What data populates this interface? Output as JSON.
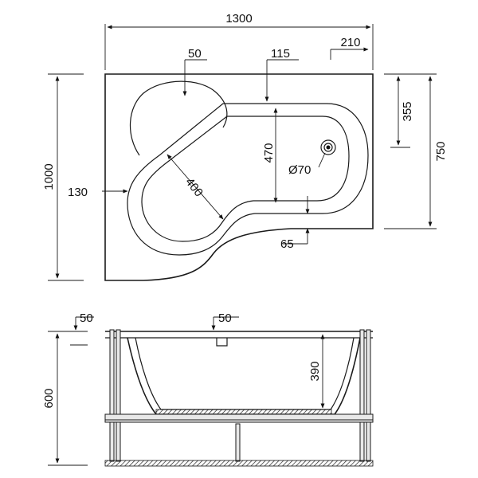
{
  "drawing": {
    "top_view": {
      "dims": {
        "overall_width": "1300",
        "offset_right": "210",
        "depth_left": "1000",
        "depth_right": "750",
        "rim_offset_right": "355",
        "seat_rim": "50",
        "rim_top": "115",
        "rim_left": "130",
        "basin_width": "470",
        "basin_diagonal": "400",
        "drain_diameter": "Ø70",
        "rim_bottom": "65"
      }
    },
    "side_view": {
      "dims": {
        "rim_thickness": "50",
        "seat_height": "50",
        "inner_depth": "390",
        "total_height": "600"
      }
    }
  }
}
